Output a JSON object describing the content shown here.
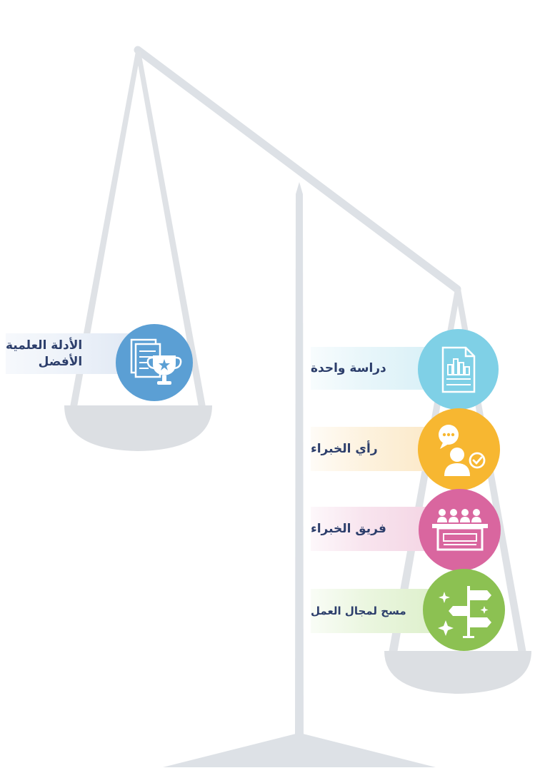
{
  "left_pan": {
    "item": {
      "label_line1": "الأدلة العلمية",
      "label_line2": "الأفضل",
      "icon": "trophy-document-icon",
      "color": "#5b9fd4"
    }
  },
  "right_pan": {
    "items": [
      {
        "label": "دراسة واحدة",
        "icon": "chart-document-icon",
        "color": "#7fd0e6"
      },
      {
        "label": "رأي الخبراء",
        "icon": "expert-chat-icon",
        "color": "#f7b731"
      },
      {
        "label": "فريق الخبراء",
        "icon": "expert-panel-icon",
        "color": "#d9669f"
      },
      {
        "label": "مسح لمجال العمل",
        "icon": "signpost-icon",
        "color": "#8cc152"
      }
    ]
  },
  "colors": {
    "scale_gray": "#dde1e6",
    "pan_gray": "#dcdfe3",
    "label_text": "#2c3e6b"
  }
}
